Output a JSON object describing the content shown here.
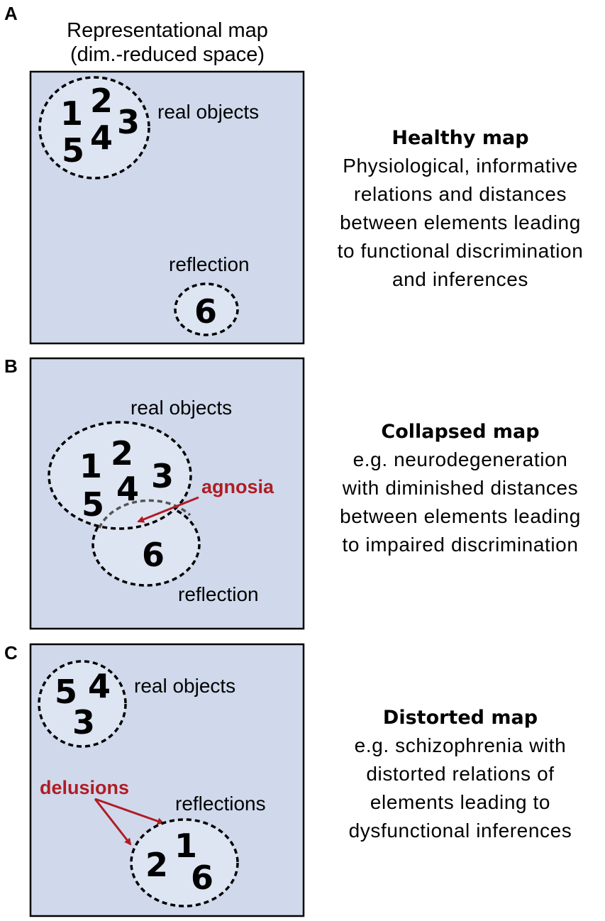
{
  "figure_title": [
    "Representational map",
    "(dim.-reduced space)"
  ],
  "panels": [
    {
      "letter": "A",
      "clusters": {
        "real_objects": {
          "label": "real objects",
          "numbers": [
            "1",
            "2",
            "3",
            "4",
            "5"
          ]
        },
        "reflection": {
          "label": "reflection",
          "numbers": [
            "6"
          ]
        }
      },
      "description": {
        "title": "Healthy map",
        "lines": [
          "Physiological, informative",
          "relations and distances",
          "between elements leading",
          "to functional discrimination",
          "and inferences"
        ]
      }
    },
    {
      "letter": "B",
      "clusters": {
        "real_objects": {
          "label": "real objects",
          "numbers": [
            "1",
            "2",
            "3",
            "4",
            "5"
          ]
        },
        "reflection": {
          "label": "reflection",
          "numbers": [
            "6"
          ]
        }
      },
      "annotation": "agnosia",
      "description": {
        "title": "Collapsed map",
        "lines": [
          "e.g. neurodegeneration",
          "with diminished distances",
          "between elements leading",
          "to impaired discrimination"
        ]
      }
    },
    {
      "letter": "C",
      "clusters": {
        "real_objects": {
          "label": "real objects",
          "numbers": [
            "5",
            "4",
            "3"
          ]
        },
        "reflection": {
          "label": "reflections",
          "numbers": [
            "2",
            "1",
            "6"
          ]
        }
      },
      "annotation": "delusions",
      "description": {
        "title": "Distorted map",
        "lines": [
          "e.g. schizophrenia with",
          "distorted relations of",
          "elements leading to",
          "dysfunctional inferences"
        ]
      }
    }
  ],
  "colors": {
    "panel_fill": "#cfd9eb",
    "annotation_red": "#b01c24"
  }
}
